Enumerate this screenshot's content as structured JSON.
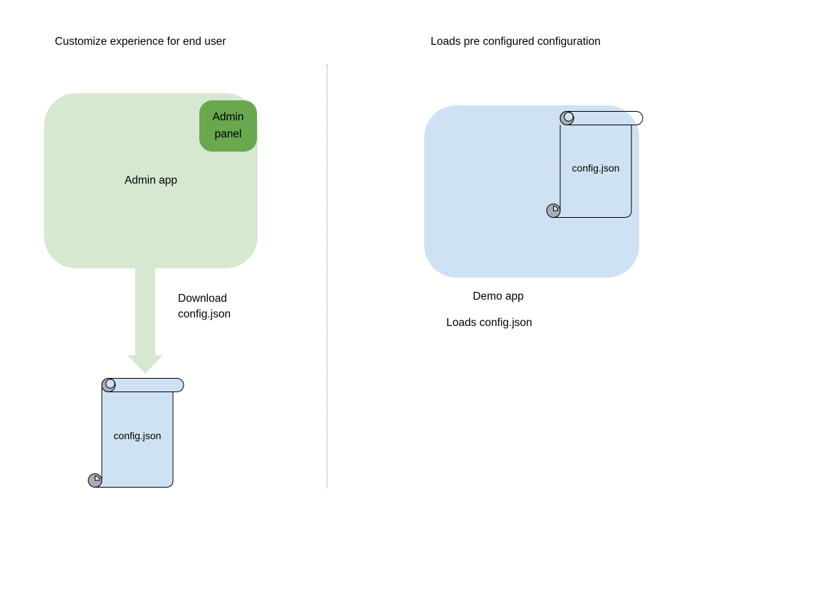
{
  "left_panel": {
    "title": "Customize experience for end user",
    "admin_app": {
      "label": "Admin app",
      "panel_label": "Admin\npanel"
    },
    "arrow_caption": "Download\nconfig.json",
    "config_scroll_label": "config.json"
  },
  "right_panel": {
    "title": "Loads pre configured configuration",
    "demo_app": {
      "label": "Demo app"
    },
    "config_scroll_label": "config.json",
    "caption": "Loads config.json"
  },
  "colors": {
    "admin_app_fill": "#d7e8d0",
    "admin_panel_fill": "#6aa84f",
    "demo_app_fill": "#cfe2f3",
    "scroll_fill": "#cfe2f3",
    "scroll_curl_gray": "#a8aeb8",
    "arrow_fill": "#d7e8d0",
    "divider_color": "#8a8a8a",
    "text_color": "#000000"
  }
}
